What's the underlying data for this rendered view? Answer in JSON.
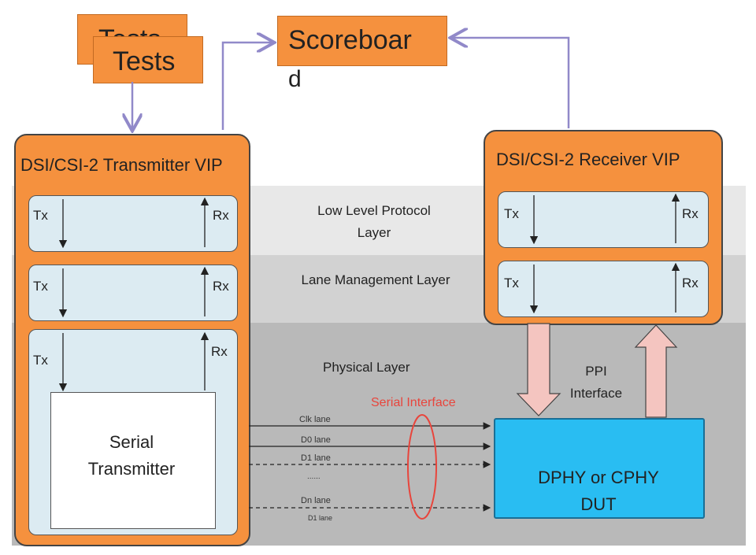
{
  "tests": {
    "back_label": "Tests",
    "front_label": "Tests"
  },
  "scoreboard": {
    "line1": "Scoreboar",
    "line2": "d"
  },
  "transmitter": {
    "title": "DSI/CSI-2 Transmitter VIP",
    "rows": [
      {
        "tx": "Tx",
        "rx": "Rx"
      },
      {
        "tx": "Tx",
        "rx": "Rx"
      },
      {
        "tx": "Tx",
        "rx": "Rx"
      }
    ],
    "serial_block": "Serial Transmitter"
  },
  "receiver": {
    "title": "DSI/CSI-2 Receiver VIP",
    "rows": [
      {
        "tx": "Tx",
        "rx": "Rx"
      },
      {
        "tx": "Tx",
        "rx": "Rx"
      }
    ]
  },
  "layers": {
    "low_level": "Low Level Protocol Layer",
    "lane_mgmt": "Lane Management Layer",
    "physical": "Physical Layer"
  },
  "ppi": "PPI Interface",
  "serial_interface": "Serial Interface",
  "lanes": [
    "Clk lane",
    "D0 lane",
    "D1 lane",
    "......",
    "Dn lane",
    "D1 lane"
  ],
  "dut": "DPHY or CPHY DUT",
  "colors": {
    "orange": "#f5913e",
    "dut_blue": "#29bdf2",
    "arrow_purple": "#9189c9",
    "ring_red": "#e8453c",
    "ppi_pink": "#f4c5c0"
  }
}
